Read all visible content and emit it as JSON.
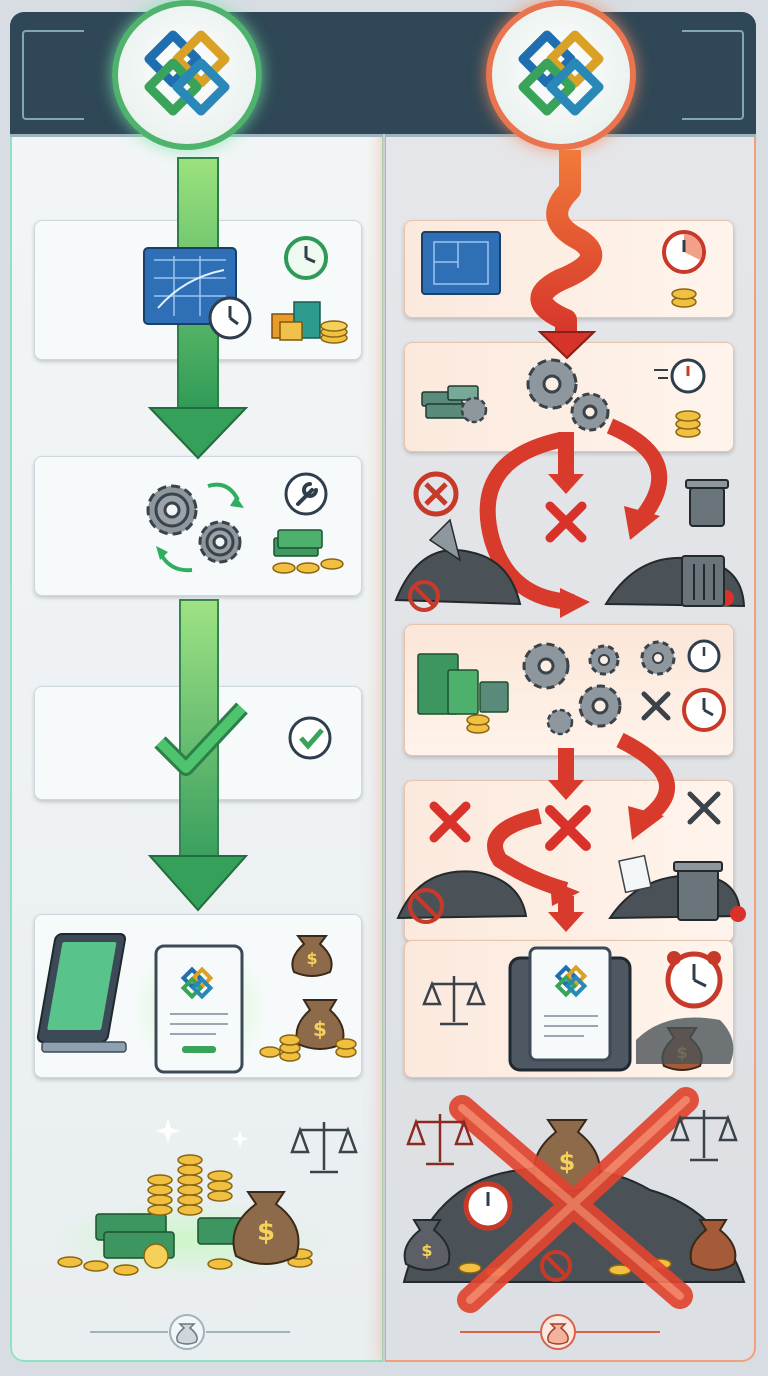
{
  "theme": {
    "good_color": "#3aa35a",
    "good_glow": "#8fe3c4",
    "bad_color": "#e0442f",
    "bad_glow": "#f0a07a",
    "header_color": "#2f4756"
  },
  "logo": {
    "name": "interlocking-squares-logo"
  },
  "left_column": {
    "label": "streamlined-path",
    "stages": [
      {
        "id": "planning",
        "icons": [
          "blueprint-icon",
          "clock-icon",
          "stacked-blocks-icon",
          "coins-icon"
        ]
      },
      {
        "id": "processing",
        "icons": [
          "gears-icon",
          "wrench-icon",
          "cash-coins-icon"
        ]
      },
      {
        "id": "validation",
        "icons": [
          "checkmark-icon",
          "check-circle-icon"
        ]
      },
      {
        "id": "delivery",
        "icons": [
          "tablet-icon",
          "document-logo-icon",
          "money-bag-icon",
          "coins-icon"
        ]
      }
    ],
    "outcome": {
      "icons": [
        "treasure-coin-pile-icon",
        "balance-scale-icon"
      ]
    },
    "footer_icon": "money-bag-icon"
  },
  "right_column": {
    "label": "chaotic-path",
    "stages": [
      {
        "id": "planning",
        "icons": [
          "blueprint-icon",
          "clock-icon",
          "coins-icon"
        ]
      },
      {
        "id": "processing",
        "icons": [
          "cash-stack-icon",
          "gears-icon",
          "stopwatch-icon",
          "coins-icon"
        ]
      },
      {
        "id": "waste-1",
        "icons": [
          "blocked-icon",
          "x-mark-icon",
          "rubble-icon",
          "trash-can-icon"
        ]
      },
      {
        "id": "rework",
        "icons": [
          "cash-stack-icon",
          "gears-icon",
          "tools-icon",
          "alarm-clock-icon"
        ]
      },
      {
        "id": "waste-2",
        "icons": [
          "x-mark-icon",
          "rubble-icon",
          "trash-can-icon",
          "tools-icon"
        ]
      },
      {
        "id": "delivery",
        "icons": [
          "balance-scale-icon",
          "tablet-document-icon",
          "alarm-clock-icon",
          "money-bag-icon"
        ]
      }
    ],
    "outcome": {
      "icons": [
        "wrecked-pile-icon",
        "big-x-icon",
        "balance-scale-icon"
      ]
    },
    "footer_icon": "money-bag-icon"
  }
}
